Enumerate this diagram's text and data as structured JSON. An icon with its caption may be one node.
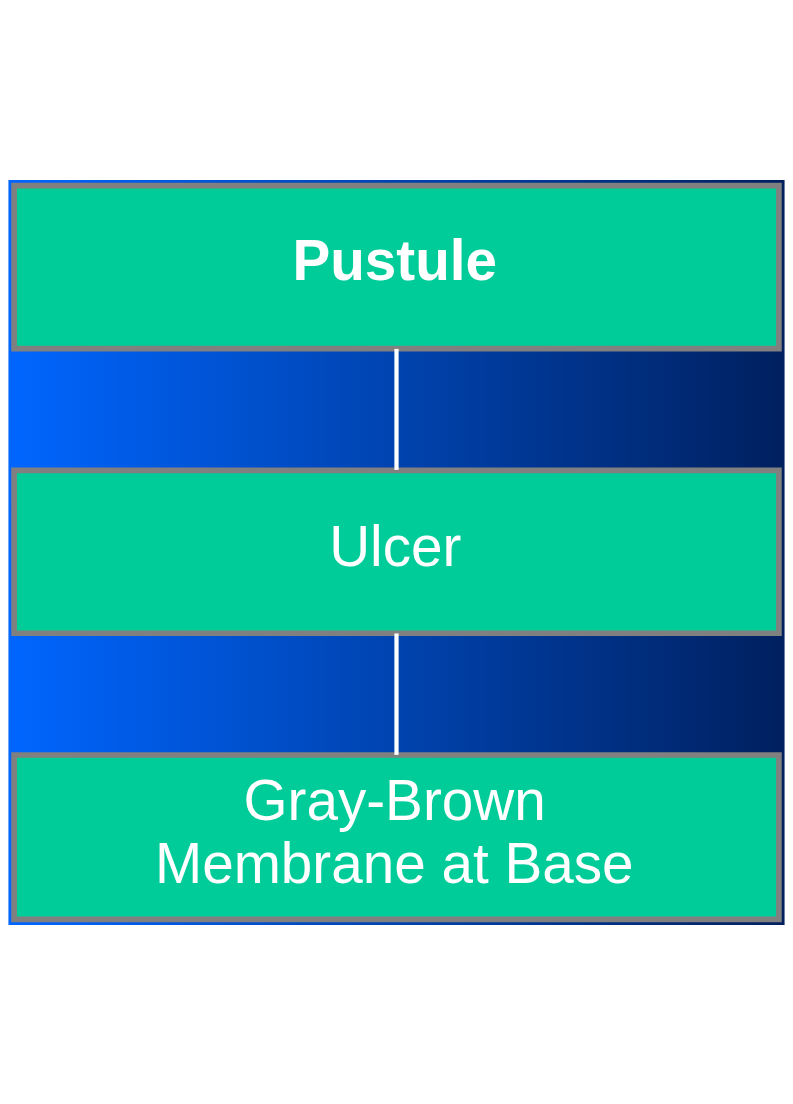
{
  "diagram": {
    "nodes": [
      {
        "text": [
          "Pustule"
        ]
      },
      {
        "text": [
          "Ulcer"
        ]
      },
      {
        "text": [
          "Gray-Brown Membrane at Base"
        ]
      }
    ],
    "edges": [
      {
        "from": 0,
        "to": 1,
        "arrow": "none"
      },
      {
        "from": 1,
        "to": 2,
        "arrow": "none"
      }
    ]
  }
}
